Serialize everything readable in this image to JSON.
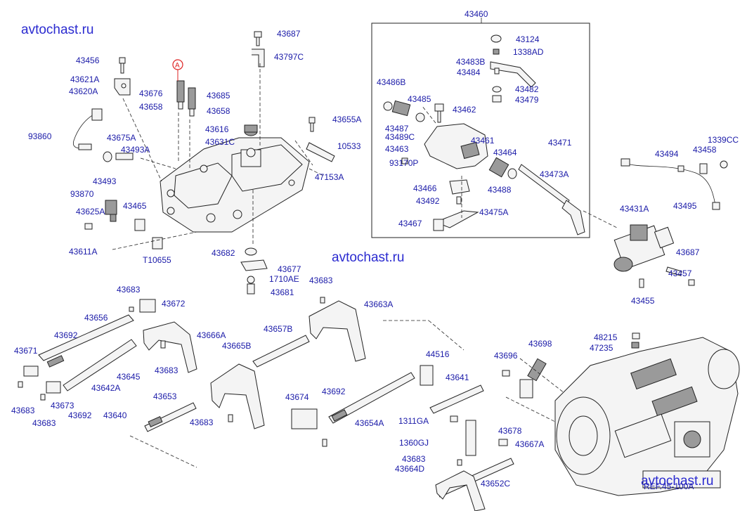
{
  "watermarks": [
    "avtochast.ru",
    "avtochast.ru",
    "avtochast.ru"
  ],
  "reference_label": "REF.45-100A",
  "callout_marker": "A",
  "parts": [
    "43687",
    "43797C",
    "43456",
    "43621A",
    "43620A",
    "43676",
    "43685",
    "43658",
    "43658",
    "93860",
    "43616",
    "43631C",
    "43655A",
    "10533",
    "43675A",
    "43493A",
    "47153A",
    "43493",
    "93870",
    "43465",
    "43625A",
    "43611A",
    "T10655",
    "43682",
    "43677",
    "1710AE",
    "43681",
    "43683",
    "43683",
    "43672",
    "43656",
    "43692",
    "43666A",
    "43657B",
    "43663A",
    "43671",
    "43683",
    "43665B",
    "43645",
    "43642A",
    "43683",
    "43673",
    "43692",
    "43640",
    "43683",
    "43653",
    "43683",
    "43674",
    "43692",
    "44516",
    "43641",
    "43654A",
    "1311GA",
    "43678",
    "1360GJ",
    "43667A",
    "43683",
    "43664D",
    "43652C",
    "43696",
    "43698",
    "48215",
    "47235",
    "43460",
    "43124",
    "1338AD",
    "43483B",
    "43484",
    "43486B",
    "43482",
    "43479",
    "43485",
    "43462",
    "43487",
    "43489C",
    "43463",
    "43461",
    "43464",
    "43471",
    "93170P",
    "43488",
    "43473A",
    "43466",
    "43492",
    "43475A",
    "43467",
    "43494",
    "43458",
    "1339CC",
    "43495",
    "43431A",
    "43687",
    "43457",
    "43455"
  ]
}
